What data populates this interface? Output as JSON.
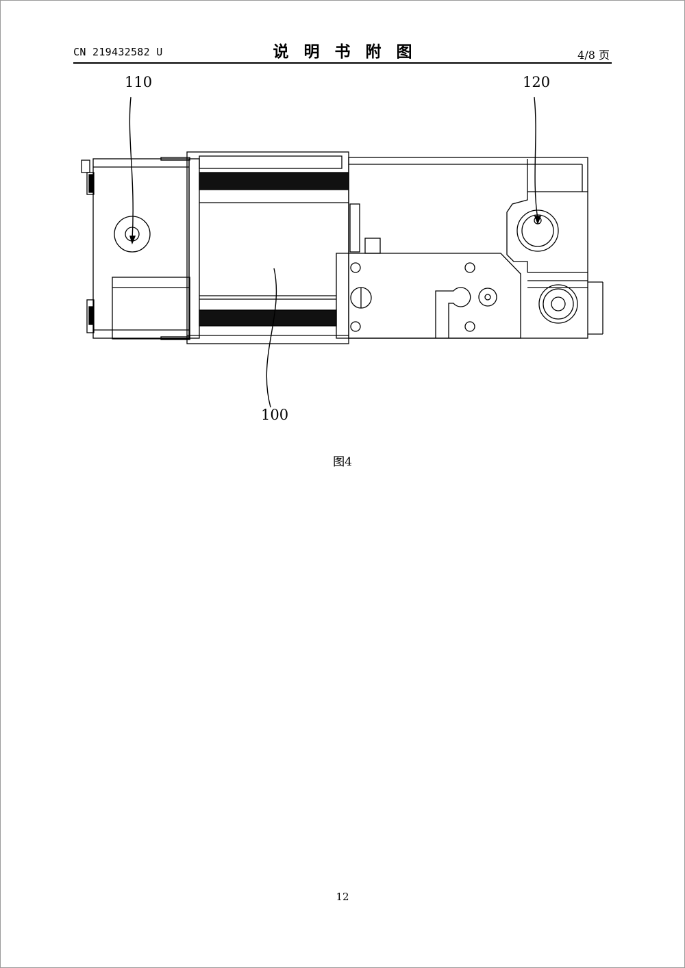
{
  "header": {
    "doc_number": "CN 219432582 U",
    "title": "说明书附图",
    "page_of": "4/8 页"
  },
  "figure": {
    "labels": {
      "ref_110": "110",
      "ref_120": "120",
      "ref_100": "100"
    },
    "caption": "图4"
  },
  "footer": {
    "page_number": "12"
  }
}
